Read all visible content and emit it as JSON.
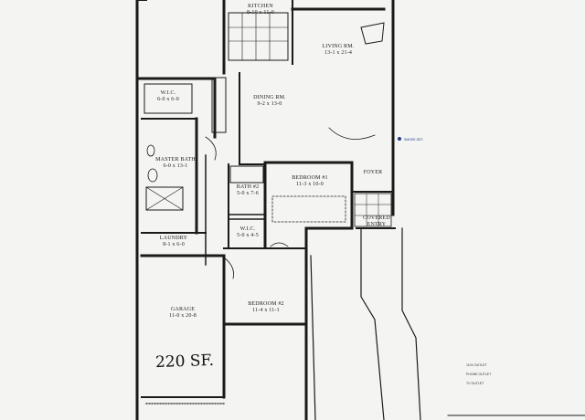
{
  "rooms": {
    "kitchen": {
      "name": "KITCHEN",
      "size": "8-10 x 11-0"
    },
    "living": {
      "name": "LIVING RM.",
      "size": "13-1 x 21-4"
    },
    "dining": {
      "name": "DINING RM.",
      "size": "9-2 x 13-0"
    },
    "wic": {
      "name": "W.I.C.",
      "size": "6-0 x 6-0"
    },
    "master_bath": {
      "name": "MASTER BATH",
      "size": "6-0 x 13-1"
    },
    "bath2": {
      "name": "BATH #2",
      "size": "5-0 x 7-6"
    },
    "bedroom_master": {
      "name": "BEDROOM #1",
      "size": "11-3 x 10-0"
    },
    "foyer": {
      "name": "FOYER",
      "size": ""
    },
    "covered_entry": {
      "name": "COVERED ENTRY",
      "size": ""
    },
    "wic2": {
      "name": "W.I.C.",
      "size": "5-0 x 4-5"
    },
    "laundry": {
      "name": "LAUNDRY",
      "size": "8-1 x 6-0"
    },
    "garage": {
      "name": "GARAGE",
      "size": "11-0 x 20-8"
    },
    "bedroom2": {
      "name": "BEDROOM #2",
      "size": "11-4 x 11-1"
    }
  },
  "handwritten_note": "220 SF.",
  "annotation_note": "SMOKE DET.",
  "legend": [
    "110V OUTLET",
    "PHONE OUTLET",
    "TV OUTLET"
  ]
}
